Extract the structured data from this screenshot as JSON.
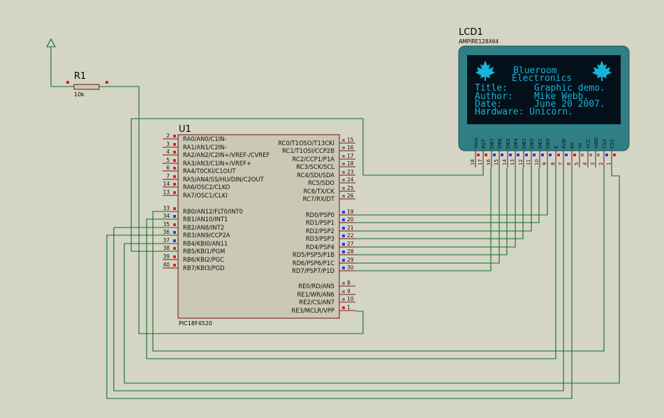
{
  "resistor": {
    "ref": "R1",
    "value": "10k"
  },
  "mcu": {
    "ref": "U1",
    "part": "PIC18F4520",
    "left_pins": [
      {
        "num": "2",
        "name": "RA0/AN0/C1IN-",
        "color": "red"
      },
      {
        "num": "3",
        "name": "RA1/AN1/C2IN-",
        "color": "red"
      },
      {
        "num": "4",
        "name": "RA2/AN2/C2IN+/VREF-/CVREF",
        "color": "red"
      },
      {
        "num": "5",
        "name": "RA3/AN3/C1IN+/VREF+",
        "color": "red"
      },
      {
        "num": "6",
        "name": "RA4/T0CKI/C1OUT",
        "color": "red"
      },
      {
        "num": "7",
        "name": "RA5/AN4/SS/HLVDIN/C2OUT",
        "color": "red"
      },
      {
        "num": "14",
        "name": "RA6/OSC2/CLKO",
        "color": "red"
      },
      {
        "num": "13",
        "name": "RA7/OSC1/CLKI",
        "color": "red"
      },
      {
        "num": "33",
        "name": "RB0/AN12/FLT0/INT0",
        "color": "red"
      },
      {
        "num": "34",
        "name": "RB1/AN10/INT1",
        "color": "blue"
      },
      {
        "num": "35",
        "name": "RB2/AN8/INT2",
        "color": "red"
      },
      {
        "num": "36",
        "name": "RB3/AN9/CCP2A",
        "color": "blue"
      },
      {
        "num": "37",
        "name": "RB4/KBI0/AN11",
        "color": "blue"
      },
      {
        "num": "38",
        "name": "RB5/KBI1/PGM",
        "color": "red"
      },
      {
        "num": "39",
        "name": "RB6/KBI2/PGC",
        "color": "red"
      },
      {
        "num": "40",
        "name": "RB7/KBI3/PGD",
        "color": "red"
      }
    ],
    "right_pins": [
      {
        "num": "15",
        "name": "RC0/T1OSO/T13CKI",
        "color": "gray"
      },
      {
        "num": "16",
        "name": "RC1/T1OSI/CCP2B",
        "color": "gray"
      },
      {
        "num": "17",
        "name": "RC2/CCP1/P1A",
        "color": "gray"
      },
      {
        "num": "18",
        "name": "RC3/SCK/SCL",
        "color": "gray"
      },
      {
        "num": "23",
        "name": "RC4/SDI/SDA",
        "color": "gray"
      },
      {
        "num": "24",
        "name": "RC5/SDO",
        "color": "gray"
      },
      {
        "num": "25",
        "name": "RC6/TX/CK",
        "color": "gray"
      },
      {
        "num": "26",
        "name": "RC7/RX/DT",
        "color": "gray"
      },
      {
        "num": "19",
        "name": "RD0/PSP0",
        "color": "blue"
      },
      {
        "num": "20",
        "name": "RD1/PSP1",
        "color": "blue"
      },
      {
        "num": "21",
        "name": "RD2/PSP2",
        "color": "blue"
      },
      {
        "num": "22",
        "name": "RD3/PSP3",
        "color": "blue"
      },
      {
        "num": "27",
        "name": "RD4/PSP4",
        "color": "blue"
      },
      {
        "num": "28",
        "name": "RD5/PSP5/P1B",
        "color": "blue"
      },
      {
        "num": "29",
        "name": "RD6/PSP6/P1C",
        "color": "blue"
      },
      {
        "num": "30",
        "name": "RD7/PSP7/P1D",
        "color": "blue"
      },
      {
        "num": "8",
        "name": "RE0/RD/AN5",
        "color": "gray"
      },
      {
        "num": "9",
        "name": "RE1/WR/AN6",
        "color": "gray"
      },
      {
        "num": "10",
        "name": "RE2/CS/AN7",
        "color": "gray"
      },
      {
        "num": "1",
        "name": "RE3/MCLR/VPP",
        "color": "red"
      }
    ]
  },
  "lcd": {
    "ref": "LCD1",
    "part": "AMPIRE128X64",
    "screen_lines": [
      "   Blueroom",
      "  Electronics",
      "Title:    Graphic demo.",
      "Author:   Mike Webb.",
      "Date:     June 20 2007.",
      "Hardware: Unicorn."
    ],
    "pins": [
      {
        "num": "18",
        "name": "Vout",
        "color": "red"
      },
      {
        "num": "17",
        "name": "RST",
        "color": "red"
      },
      {
        "num": "16",
        "name": "DB7",
        "color": "blue"
      },
      {
        "num": "15",
        "name": "DB6",
        "color": "blue"
      },
      {
        "num": "14",
        "name": "DB5",
        "color": "blue"
      },
      {
        "num": "13",
        "name": "DB4",
        "color": "blue"
      },
      {
        "num": "12",
        "name": "DB3",
        "color": "blue"
      },
      {
        "num": "11",
        "name": "DB2",
        "color": "blue"
      },
      {
        "num": "10",
        "name": "DB1",
        "color": "blue"
      },
      {
        "num": "9",
        "name": "DB0",
        "color": "blue"
      },
      {
        "num": "8",
        "name": "E",
        "color": "red"
      },
      {
        "num": "7",
        "name": "R/W",
        "color": "blue"
      },
      {
        "num": "6",
        "name": "RS",
        "color": "red"
      },
      {
        "num": "5",
        "name": "Vo",
        "color": "gray"
      },
      {
        "num": "4",
        "name": "VCC",
        "color": "gray"
      },
      {
        "num": "3",
        "name": "GND",
        "color": "gray"
      },
      {
        "num": "2",
        "name": "CS2",
        "color": "blue"
      },
      {
        "num": "1",
        "name": "CS1",
        "color": "red"
      }
    ]
  },
  "colors": {
    "background": "#d5d5c5",
    "wire": "#0b6b2a",
    "chip_body": "#c9c9b4",
    "chip_border": "#7a1010",
    "lcd_bezel": "#2f7f86",
    "lcd_screen": "#04111a",
    "lcd_text": "#19b3d8",
    "pin_red": "#e02020",
    "pin_blue": "#2040e0",
    "pin_gray": "#808080"
  }
}
